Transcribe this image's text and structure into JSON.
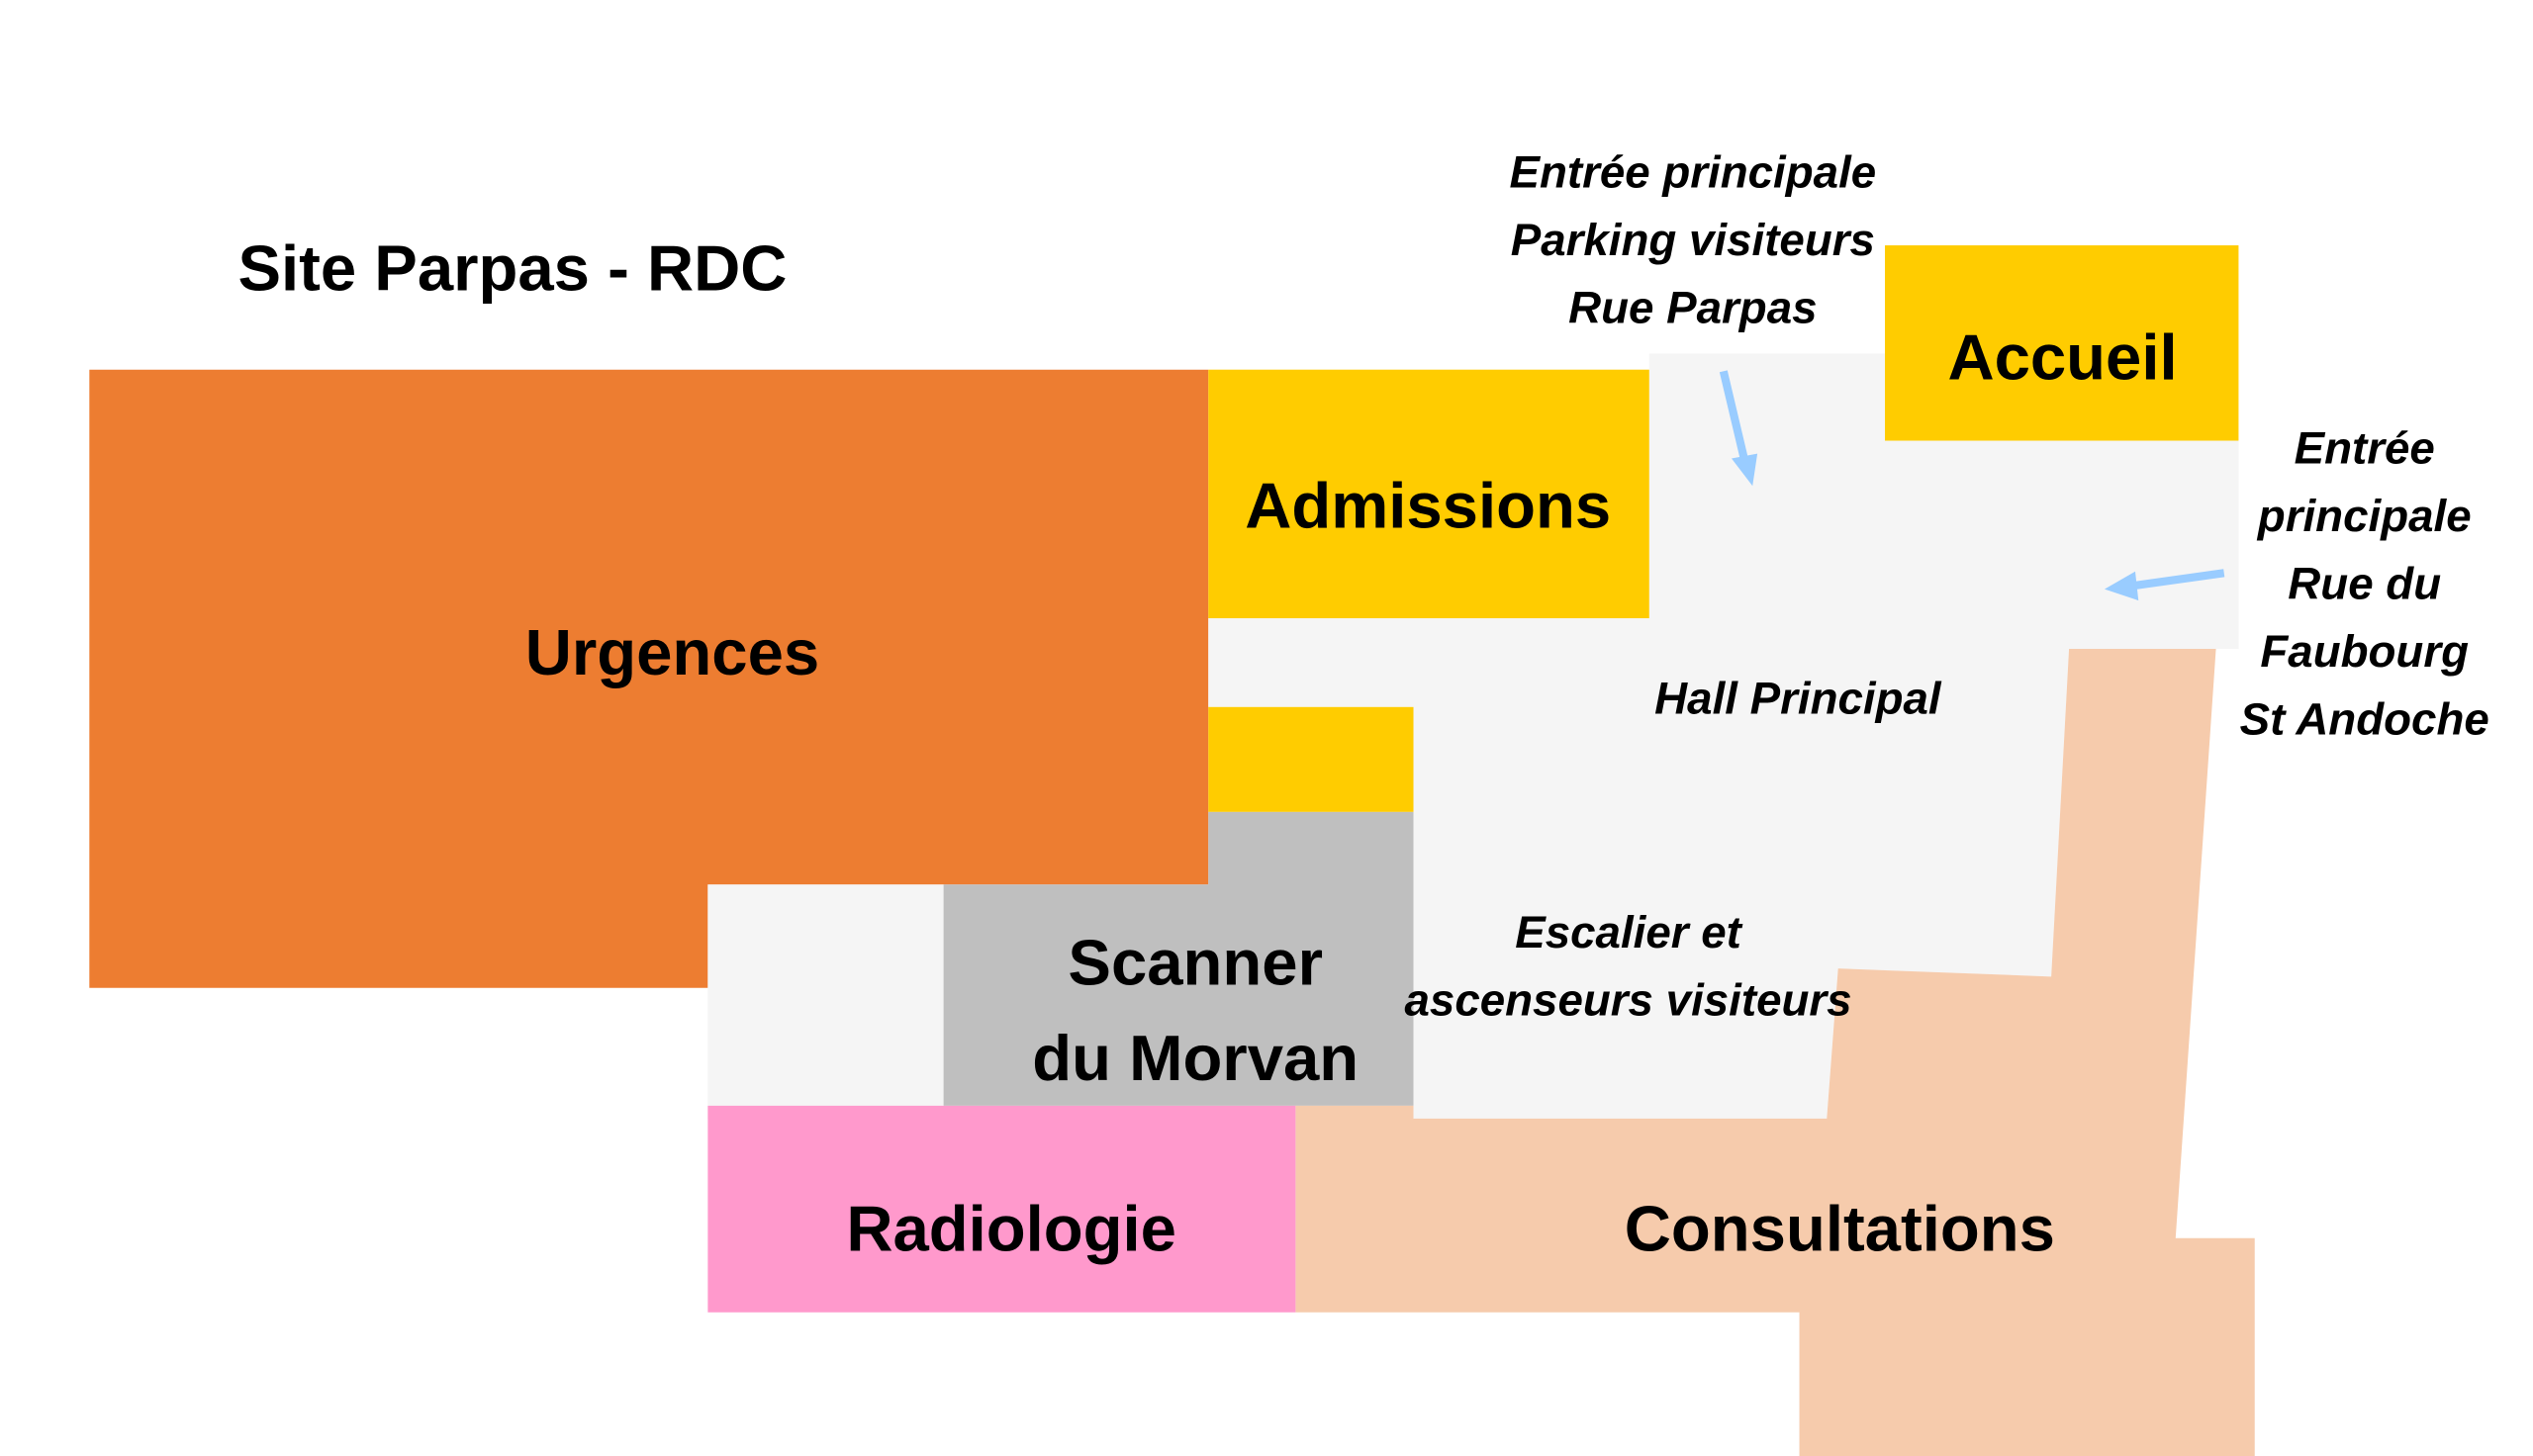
{
  "title": "Site Parpas - RDC",
  "colors": {
    "urgences": "#ED7D31",
    "admissions": "#FFCC00",
    "scanner": "#BFBFBF",
    "radiologie": "#FF99CC",
    "consultations": "#F6CBAC",
    "hall": "#F5F5F5",
    "arrow": "#99CCFF"
  },
  "zones": {
    "urgences": "Urgences",
    "admissions": "Admissions",
    "accueil": "Accueil",
    "scanner_line1": "Scanner",
    "scanner_line2": "du Morvan",
    "radiologie": "Radiologie",
    "consultations": "Consultations"
  },
  "annotations": {
    "hall": "Hall Principal",
    "escalier_line1": "Escalier et",
    "escalier_line2": "ascenseurs visiteurs",
    "entree_parpas": [
      "Entrée principale",
      "Parking visiteurs",
      "Rue Parpas"
    ],
    "entree_faubourg": [
      "Entrée",
      "principale",
      "Rue du",
      "Faubourg",
      "St Andoche"
    ]
  }
}
